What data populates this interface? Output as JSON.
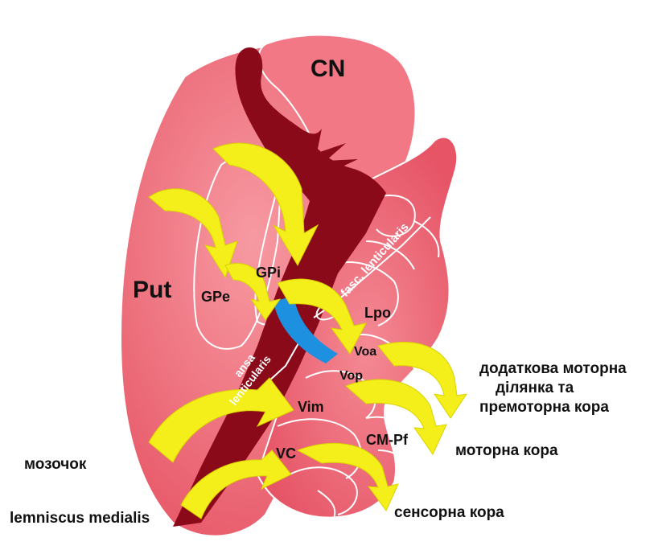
{
  "labels": {
    "cn": "CN",
    "put": "Put",
    "gpe": "GPe",
    "gpi": "GPi",
    "lpo": "Lpo",
    "voa": "Voa",
    "vop": "Vop",
    "vim": "Vim",
    "vc": "VC",
    "cmpf": "CM-Pf",
    "fasc": "fasc. lenticularis",
    "ansa1": "ansa",
    "ansa2": "lenticularis"
  },
  "outputs": {
    "premotor_line1": "додаткова моторна",
    "premotor_line2": "ділянка та",
    "premotor_line3": "премоторна кора",
    "motor": "моторна кора",
    "sensory": "сенсорна кора"
  },
  "inputs": {
    "cerebellum": "мозочок",
    "lemniscus": "lemniscus medialis"
  },
  "colors": {
    "tissue": "#f0707e",
    "tissue_light": "#f7a0a8",
    "tract": "#8b0a1a",
    "arrow": "#f4ee1a",
    "arrow_edge": "#c9c400",
    "blue_band": "#1e90e0",
    "outline": "#ffffff"
  }
}
